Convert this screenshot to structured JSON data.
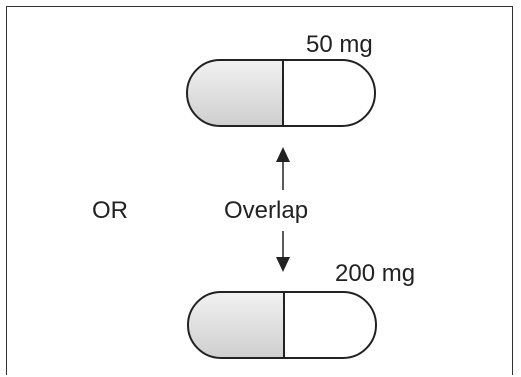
{
  "labels": {
    "dose_top": "50 mg",
    "dose_bottom": "200 mg",
    "or_text": "OR",
    "overlap_text": "Overlap"
  },
  "colors": {
    "outline": "#222222",
    "capsule_fill_left": "#e2e2e2",
    "capsule_fill_right": "#ffffff",
    "frame": "#333333"
  }
}
